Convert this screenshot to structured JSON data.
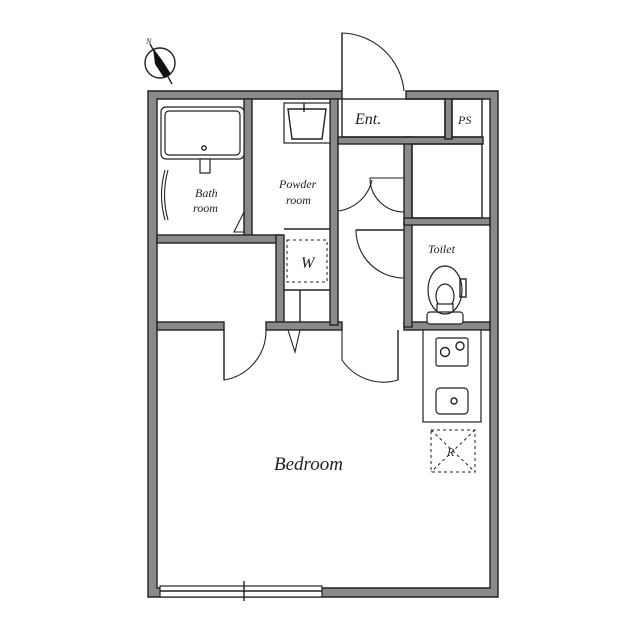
{
  "compass": {
    "north_label": "N"
  },
  "rooms": {
    "bath_line1": "Bath",
    "bath_line2": "room",
    "powder_line1": "Powder",
    "powder_line2": "room",
    "washer": "W",
    "entrance": "Ent.",
    "pipe_space": "PS",
    "toilet": "Toilet",
    "fridge": "R",
    "bedroom": "Bedroom"
  }
}
